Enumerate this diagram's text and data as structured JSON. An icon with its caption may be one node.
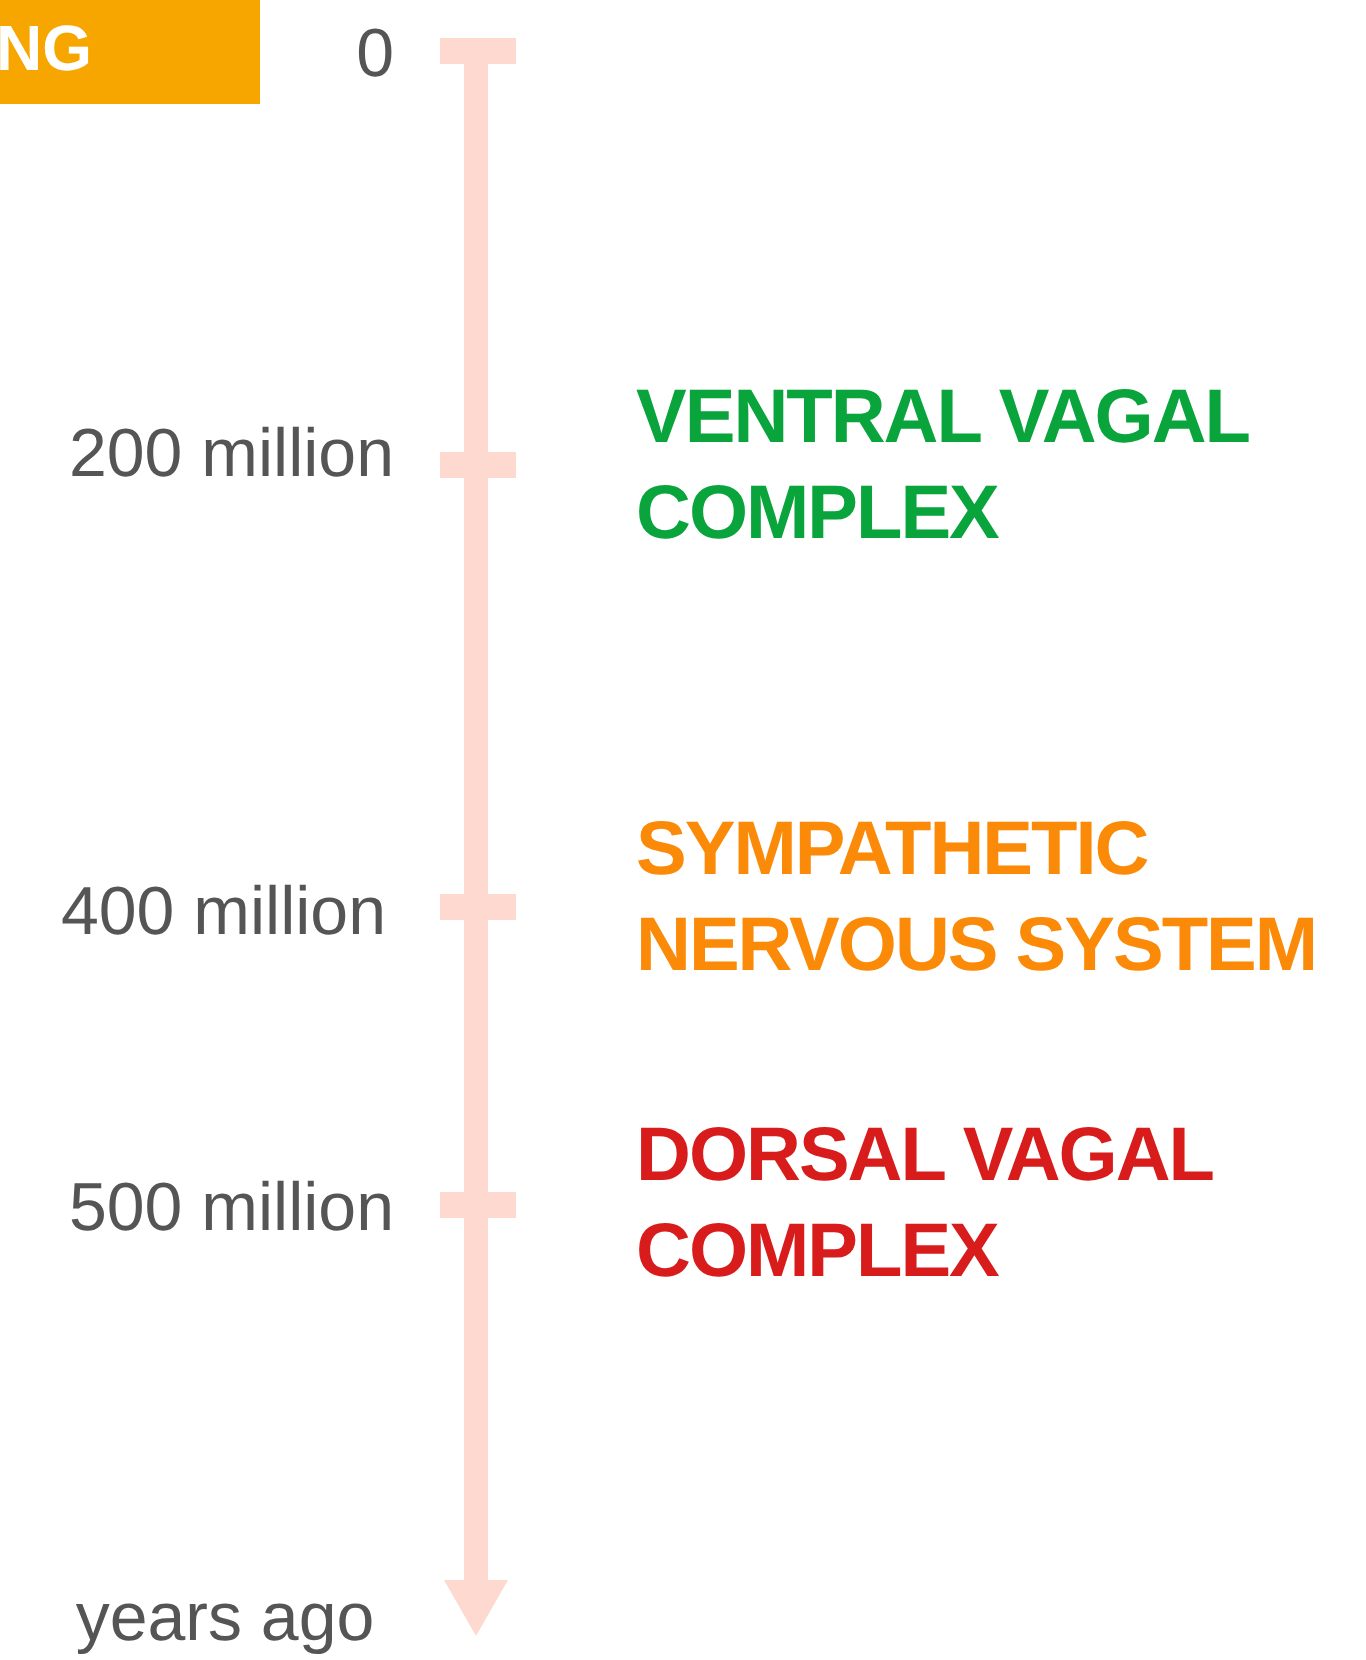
{
  "diagram": {
    "labels": [
      "NG",
      "0",
      "200 million",
      "VENTRAL VAGAL COMPLEX",
      "400 million",
      "SYMPATHETIC NERVOUS SYSTEM",
      "500 million",
      "DORSAL VAGAL COMPLEX",
      "years ago"
    ]
  }
}
